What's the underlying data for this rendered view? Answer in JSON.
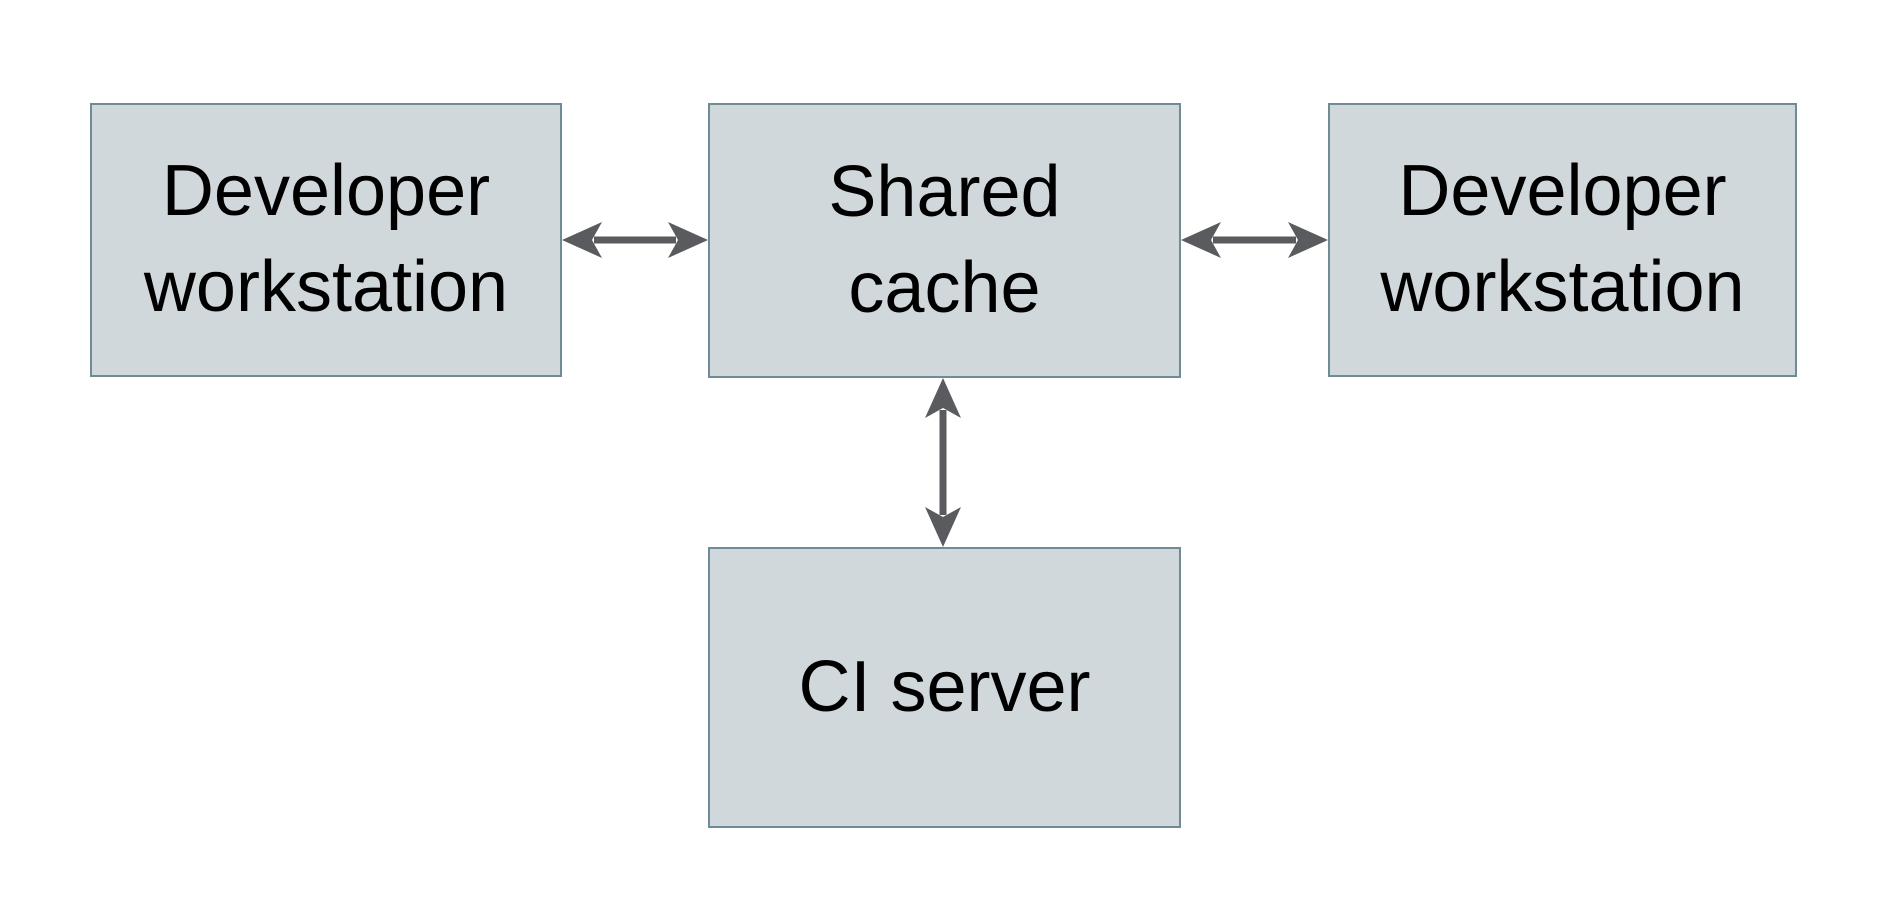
{
  "diagram": {
    "type": "architecture-diagram",
    "background_color": "#ffffff",
    "node_fill_color": "#d1d8db",
    "node_border_color": "#6f8b96",
    "arrow_color": "#5a5b5e",
    "text_color": "#000000",
    "nodes": [
      {
        "id": "developer-workstation-left",
        "label": "Developer\nworkstation"
      },
      {
        "id": "shared-cache",
        "label": "Shared\ncache"
      },
      {
        "id": "developer-workstation-right",
        "label": "Developer\nworkstation"
      },
      {
        "id": "ci-server",
        "label": "CI server"
      }
    ],
    "edges": [
      {
        "from": "developer-workstation-left",
        "to": "shared-cache",
        "direction": "bidirectional"
      },
      {
        "from": "developer-workstation-right",
        "to": "shared-cache",
        "direction": "bidirectional"
      },
      {
        "from": "ci-server",
        "to": "shared-cache",
        "direction": "bidirectional"
      }
    ]
  }
}
